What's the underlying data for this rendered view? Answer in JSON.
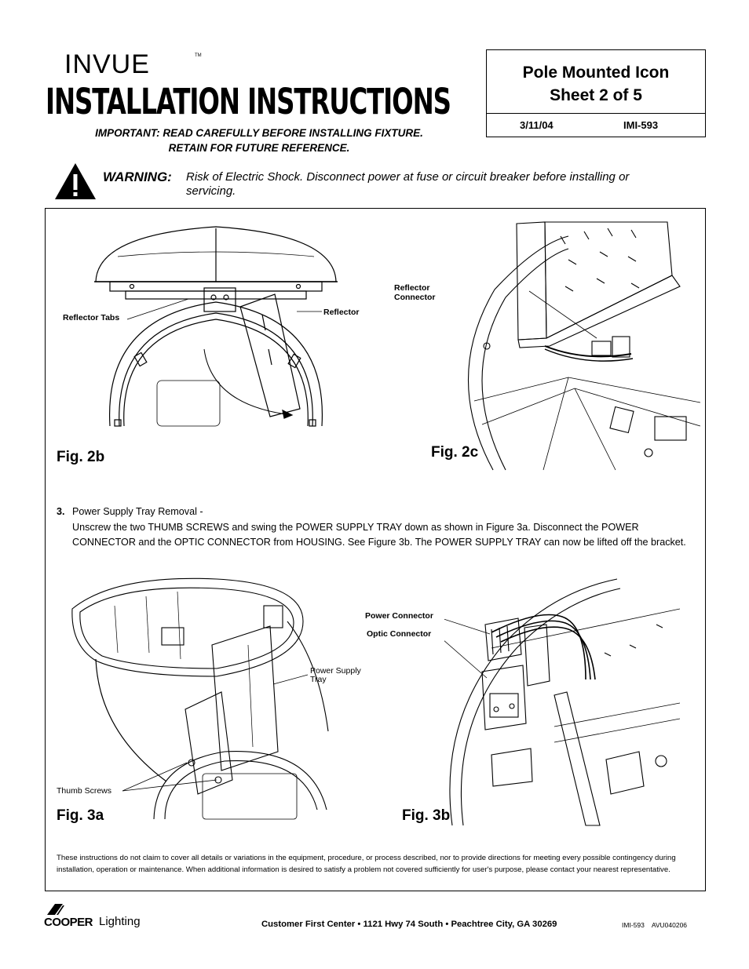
{
  "header": {
    "brand": "INVUE",
    "trademark": "TM",
    "title": "INSTALLATION INSTRUCTIONS",
    "important_line1": "IMPORTANT: READ CAREFULLY BEFORE INSTALLING FIXTURE.",
    "important_line2": "RETAIN FOR FUTURE REFERENCE."
  },
  "sheet": {
    "title_line1": "Pole Mounted Icon",
    "title_line2": "Sheet 2 of 5",
    "date": "3/11/04",
    "code": "IMI-593"
  },
  "warning": {
    "label": "WARNING:",
    "text": "Risk of Electric Shock. Disconnect power at fuse or circuit breaker before installing or servicing."
  },
  "figures": {
    "fig2b": {
      "label": "Fig. 2b",
      "callout_tabs": "Reflector Tabs",
      "callout_reflector": "Reflector"
    },
    "fig2c": {
      "label": "Fig. 2c",
      "callout_connector_l1": "Reflector",
      "callout_connector_l2": "Connector"
    },
    "fig3a": {
      "label": "Fig. 3a",
      "callout_tray_l1": "Power Supply",
      "callout_tray_l2": "Tray",
      "callout_screws": "Thumb Screws"
    },
    "fig3b": {
      "label": "Fig. 3b",
      "callout_power": "Power Connector",
      "callout_optic": "Optic Connector"
    }
  },
  "step3": {
    "number": "3.",
    "heading": "Power Supply Tray Removal -",
    "body": "Unscrew the two THUMB SCREWS and swing the POWER SUPPLY TRAY down as shown in Figure 3a. Disconnect the POWER CONNECTOR and the OPTIC CONNECTOR from HOUSING. See Figure 3b. The POWER SUPPLY TRAY can now be lifted off the bracket."
  },
  "disclaimer": "These instructions do not claim to cover all details or variations in the equipment, procedure, or process described, nor to provide directions for meeting every possible contingency during installation, operation or maintenance. When additional information is desired to satisfy a problem not covered sufficiently for user's purpose, please contact your nearest representative.",
  "footer": {
    "company_bold": "COOPER",
    "company_light": "Lighting",
    "address": "Customer First Center  •  1121 Hwy 74 South  •  Peachtree City, GA  30269",
    "doc_code": "IMI-593",
    "doc_version": "AVU040206"
  }
}
